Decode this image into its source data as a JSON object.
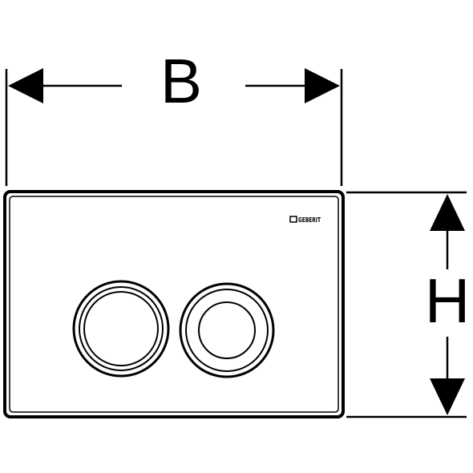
{
  "dimensions": {
    "width_label": "B",
    "height_label": "H"
  },
  "plate": {
    "brand_text": "GEBERIT",
    "buttons": [
      {
        "name": "large-flush-button"
      },
      {
        "name": "small-flush-button"
      }
    ]
  },
  "colors": {
    "line": "#000000",
    "background": "#ffffff"
  }
}
